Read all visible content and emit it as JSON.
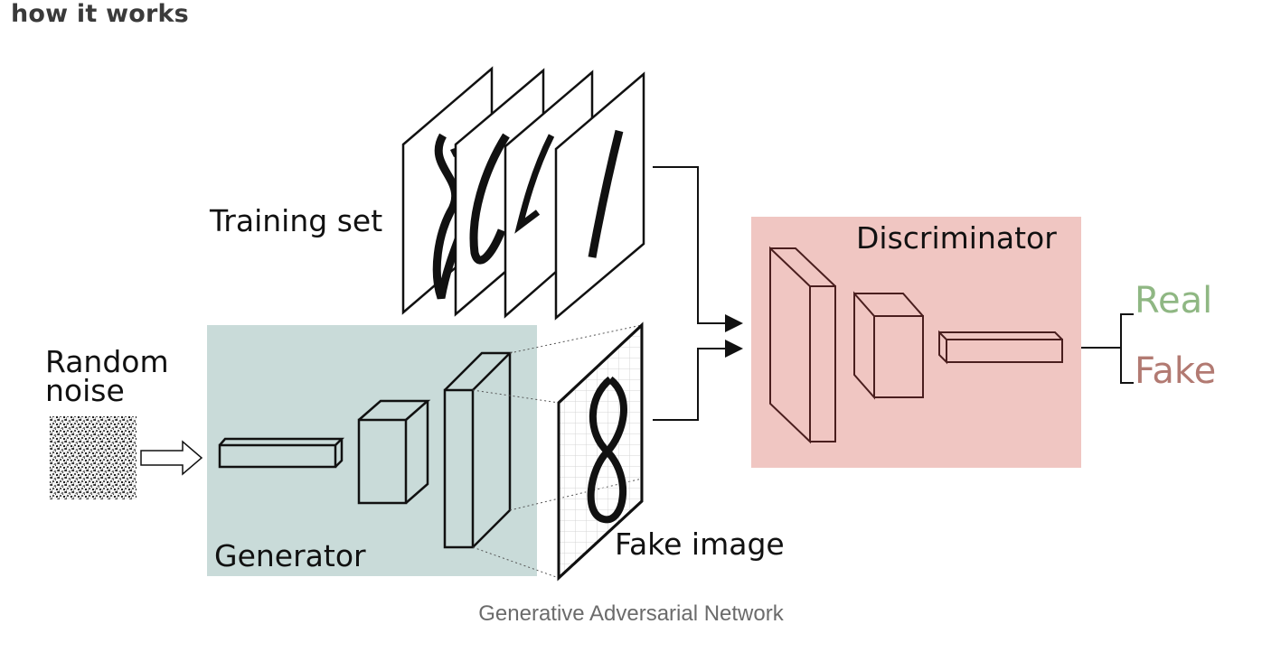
{
  "heading": "how it works",
  "caption": "Generative Adversarial Network",
  "diagram": {
    "training_set_label": "Training set",
    "random_noise_label_line1": "Random",
    "random_noise_label_line2": "noise",
    "generator_label": "Generator",
    "fake_image_label": "Fake image",
    "discriminator_label": "Discriminator",
    "real_label": "Real",
    "fake_label": "Fake"
  },
  "colors": {
    "generator_bg": "#c9dbd9",
    "discriminator_bg": "#f0c6c2",
    "real_text": "#8fb783",
    "fake_text": "#b27a72",
    "discriminator_blocks": "#4a1e1e"
  }
}
